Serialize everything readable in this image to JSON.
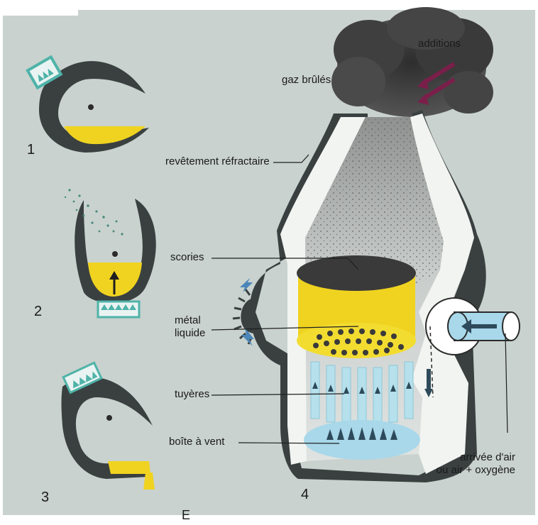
{
  "numbers": {
    "step1": "1",
    "step2": "2",
    "step3": "3",
    "step4": "4"
  },
  "labels": {
    "additions": "additions",
    "burnt_gas": "gaz brûlés",
    "refractory_lining": "revêtement réfractaire",
    "slag": "scories",
    "liquid_metal_line1": "métal",
    "liquid_metal_line2": "liquide",
    "tuyeres": "tuyères",
    "wind_box": "boîte à vent",
    "air_inlet_line1": "arrivée d'air",
    "air_inlet_line2": "ou air + oxygène",
    "page_letter": "E"
  },
  "colors": {
    "background": "#c9d2ce",
    "vessel_dark": "#3a4040",
    "lining": "#f2f4f1",
    "metal": "#f0d320",
    "air_blue": "#a8d8ea",
    "arrow_blue": "#4a86b8",
    "additions_arrow": "#7a1f4a",
    "smoke": "#3f3f3f"
  },
  "icons": {
    "dust": "dust-icon",
    "up_arrow": "up-arrow-icon",
    "additions_arrows": "additions-arrows-icon"
  }
}
